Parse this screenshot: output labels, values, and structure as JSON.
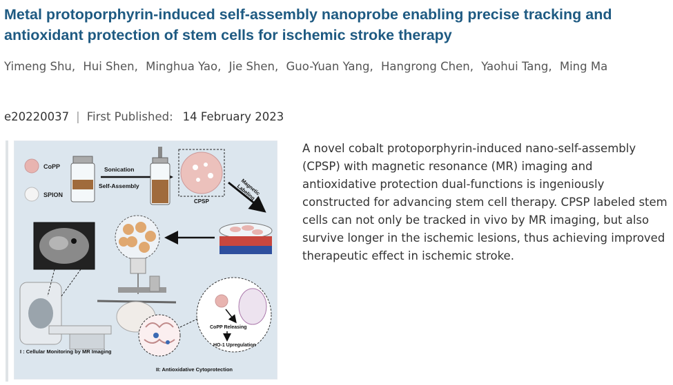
{
  "article": {
    "title": "Metal protoporphyrin-induced self-assembly nanoprobe enabling precise tracking and antioxidant protection of stem cells for ischemic stroke therapy",
    "authors": [
      "Yimeng Shu,",
      "Hui Shen,",
      "Minghua Yao,",
      "Jie Shen,",
      "Guo-Yuan Yang,",
      "Hangrong Chen,",
      "Yaohui Tang,",
      "Ming Ma"
    ],
    "article_id": "e20220037",
    "separator": "|",
    "first_published_label": "First Published:",
    "first_published_date": "14 February 2023",
    "abstract": "A novel cobalt protoporphyrin-induced nano-self-assembly (CPSP) with magnetic resonance (MR) imaging and antioxidative protection dual-functions is ingeniously constructed for advancing stem cell therapy. CPSP labeled stem cells can not only be tracked in vivo by MR imaging, but also survive longer in the ischemic lesions, thus achieving improved therapeutic effect in ischemic stroke."
  },
  "figure": {
    "copp": "CoPP",
    "spion": "SPION",
    "sonication": "Sonication",
    "self_assembly": "Self-Assembly",
    "cpsp": "CPSP",
    "magnetic": "Magnetic",
    "labeling": "Labeling",
    "copp_releasing": "CoPP Releasing",
    "ho1": "HO-1 Upregulation",
    "monitoring": "I : Cellular Monitoring by MR Imaging",
    "cytoprotection": "II: Antioxidative Cytoprotection",
    "colors": {
      "background": "#dce6ee",
      "copp": "#e8b4b0",
      "spion": "#f2f2f2",
      "arrow": "#111111"
    }
  }
}
